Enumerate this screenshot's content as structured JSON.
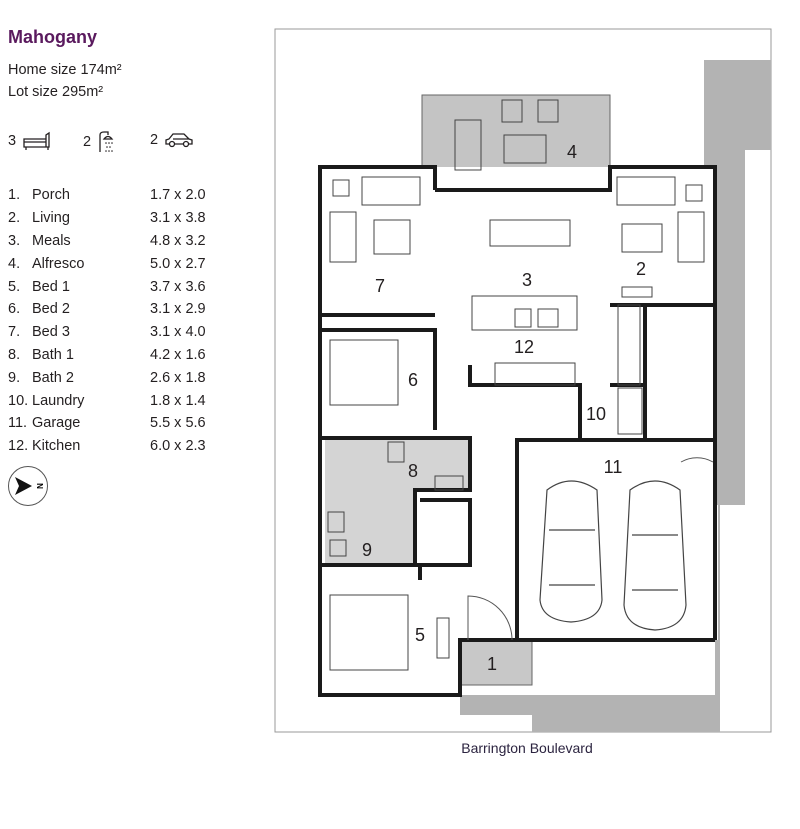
{
  "title": "Mahogany",
  "home_size": "Home size 174m²",
  "lot_size": "Lot size 295m²",
  "features": [
    {
      "count": "3",
      "icon": "bed-icon"
    },
    {
      "count": "2",
      "icon": "shower-icon"
    },
    {
      "count": "2",
      "icon": "car-icon"
    }
  ],
  "rooms": [
    {
      "num": "1.",
      "name": "Porch",
      "dims": "1.7 x 2.0"
    },
    {
      "num": "2.",
      "name": "Living",
      "dims": "3.1 x 3.8"
    },
    {
      "num": "3.",
      "name": "Meals",
      "dims": "4.8 x 3.2"
    },
    {
      "num": "4.",
      "name": "Alfresco",
      "dims": "5.0 x 2.7"
    },
    {
      "num": "5.",
      "name": "Bed 1",
      "dims": "3.7 x 3.6"
    },
    {
      "num": "6.",
      "name": "Bed 2",
      "dims": "3.1 x 2.9"
    },
    {
      "num": "7.",
      "name": "Bed 3",
      "dims": "3.1 x 4.0"
    },
    {
      "num": "8.",
      "name": "Bath 1",
      "dims": "4.2 x 1.6"
    },
    {
      "num": "9.",
      "name": "Bath 2",
      "dims": "2.6 x 1.8"
    },
    {
      "num": "10.",
      "name": "Laundry",
      "dims": "1.8 x 1.4"
    },
    {
      "num": "11.",
      "name": "Garage",
      "dims": "5.5 x 5.6"
    },
    {
      "num": "12.",
      "name": "Kitchen",
      "dims": "6.0 x 2.3"
    }
  ],
  "compass_label": "N",
  "plan_labels": [
    "1",
    "2",
    "3",
    "4",
    "5",
    "6",
    "7",
    "8",
    "9",
    "10",
    "11",
    "12"
  ],
  "street": "Barrington Boulevard",
  "colors": {
    "title": "#5a1a5e",
    "wall": "#1a1a1a",
    "grey_area": "#b3b3b3",
    "wet_area": "#d4d4d4"
  }
}
